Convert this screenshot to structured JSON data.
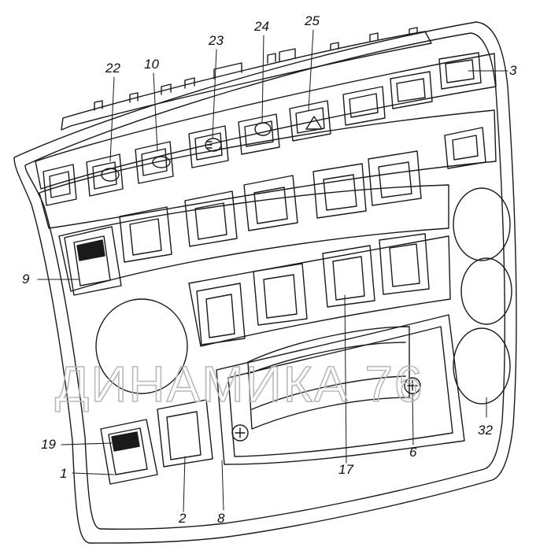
{
  "watermark": "ДИНАМИКА 76",
  "callouts": [
    "22",
    "10",
    "23",
    "24",
    "25",
    "3",
    "9",
    "19",
    "1",
    "2",
    "8",
    "17",
    "6",
    "32"
  ],
  "colors": {
    "line": "#1a1a1a",
    "paper": "#ffffff",
    "watermark": "#b9b9b9"
  },
  "icons": [
    "fog-light-symbol-icon",
    "hazard-triangle-icon",
    "lamp-symbol-icon",
    "mounting-screw-icon"
  ]
}
